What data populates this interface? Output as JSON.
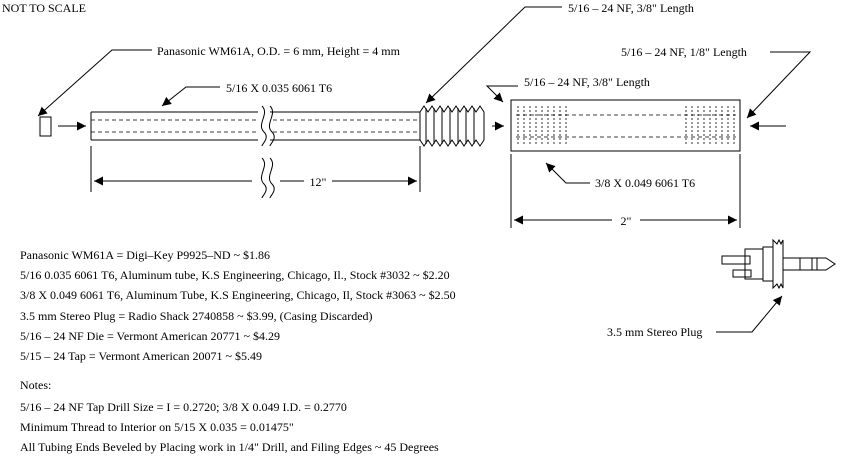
{
  "header": {
    "scale_note": "NOT TO SCALE"
  },
  "diagram": {
    "label_mic": "Panasonic WM61A, O.D. = 6 mm, Height = 4 mm",
    "label_tube1": "5/16 X 0.035 6061 T6",
    "label_thread_top": "5/16 – 24 NF, 3/8\" Length",
    "label_thread_mid": "5/16 – 24 NF, 3/8\" Length",
    "label_thread_right": "5/16 – 24 NF, 1/8\" Length",
    "label_tube2": "3/8 X 0.049 6061 T6",
    "dim_12": "12\"",
    "dim_2": "2\"",
    "label_plug": "3.5 mm Stereo Plug"
  },
  "parts_list": [
    "Panasonic WM61A = Digi–Key P9925–ND ~ $1.86",
    "5/16 0.035 6061 T6, Aluminum tube, K.S Engineering, Chicago, Il., Stock #3032 ~ $2.20",
    "3/8 X 0.049 6061 T6, Aluminum Tube, K.S Engineering, Chicago, Il, Stock #3063 ~ $2.50",
    "3.5 mm Stereo Plug = Radio Shack 2740858 ~ $3.99, (Casing Discarded)",
    "5/16 – 24 NF Die = Vermont American 20771 ~ $4.29",
    "5/15 – 24 Tap = Vermont American 20071 ~ $5.49"
  ],
  "notes": {
    "heading": "Notes:",
    "items": [
      "5/16 – 24 NF Tap Drill Size = I = 0.2720; 3/8 X 0.049 I.D. = 0.2770",
      "Minimum Thread to Interior on 5/15 X 0.035 = 0.01475\"",
      "All Tubing Ends Beveled by Placing work in 1/4\" Drill, and Filing Edges ~ 45 Degrees"
    ]
  }
}
